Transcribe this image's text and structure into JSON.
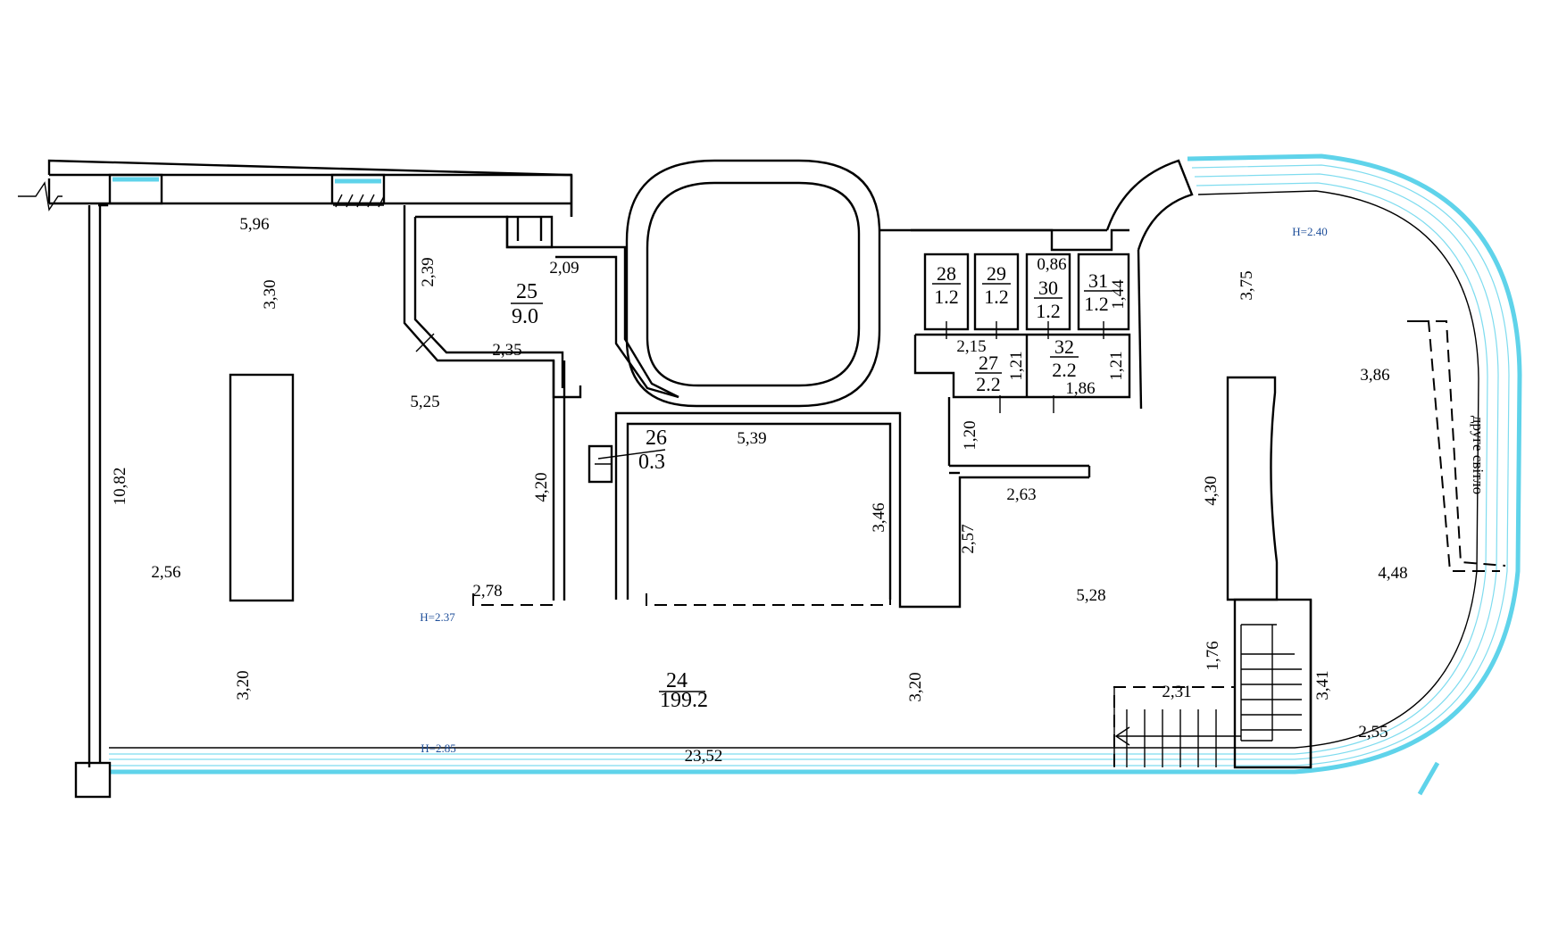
{
  "rooms": [
    {
      "number": "24",
      "area": "199.2"
    },
    {
      "number": "25",
      "area": "9.0"
    },
    {
      "number": "26",
      "area": "0.3"
    },
    {
      "number": "27",
      "area": "2.2"
    },
    {
      "number": "28",
      "area": "1.2"
    },
    {
      "number": "29",
      "area": "1.2"
    },
    {
      "number": "30",
      "area": "1.2"
    },
    {
      "number": "31",
      "area": "1.2"
    },
    {
      "number": "32",
      "area": "2.2"
    }
  ],
  "dimensions": [
    "5,96",
    "3,30",
    "2,39",
    "2,09",
    "2,35",
    "5,25",
    "10,82",
    "2,56",
    "4,20",
    "2,78",
    "3,20",
    "23,52",
    "5,39",
    "3,46",
    "2,57",
    "3,20",
    "1,20",
    "2,63",
    "2,15",
    "1,21",
    "1,21",
    "1,86",
    "0,86",
    "1,44",
    "3,75",
    "3,86",
    "4,30",
    "4,48",
    "5,28",
    "1,76",
    "2,31",
    "3,41",
    "2,55"
  ],
  "heights": [
    "H=2.37",
    "H=2.85",
    "H=2.40"
  ],
  "annotation": "друге світло"
}
